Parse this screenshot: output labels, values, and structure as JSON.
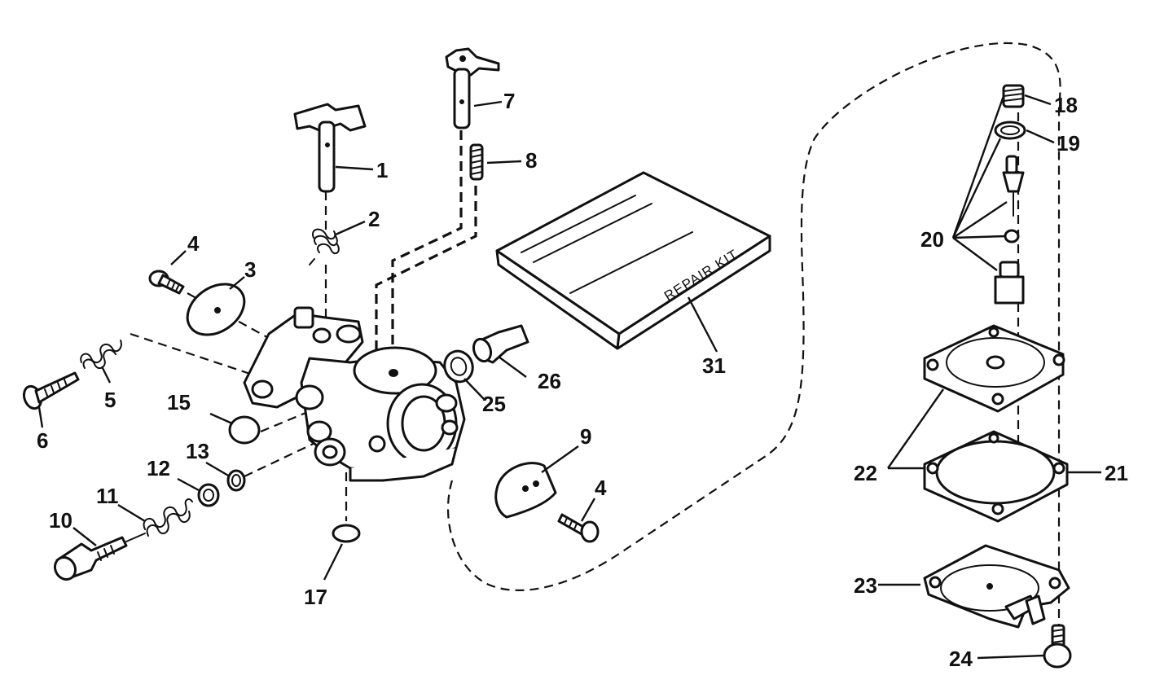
{
  "diagram": {
    "kit_label": "REPAIR KIT",
    "callouts": {
      "c1": "1",
      "c2": "2",
      "c3": "3",
      "c4a": "4",
      "c4b": "4",
      "c5": "5",
      "c6": "6",
      "c7": "7",
      "c8": "8",
      "c9": "9",
      "c10": "10",
      "c11": "11",
      "c12": "12",
      "c13": "13",
      "c15": "15",
      "c17": "17",
      "c18": "18",
      "c19": "19",
      "c20": "20",
      "c21": "21",
      "c22": "22",
      "c23": "23",
      "c24": "24",
      "c25": "25",
      "c26": "26",
      "c31": "31"
    }
  }
}
